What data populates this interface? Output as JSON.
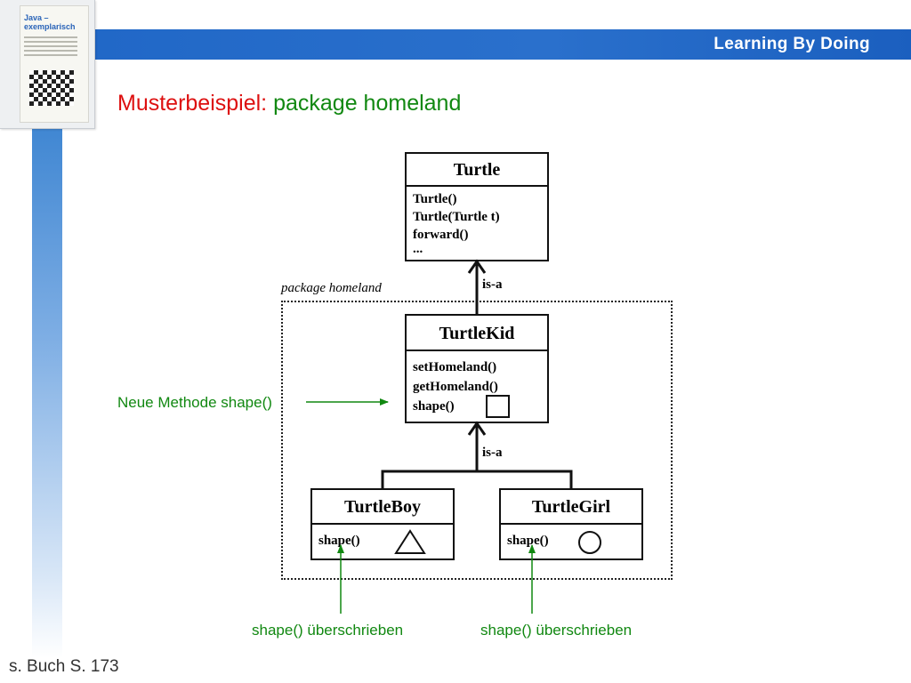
{
  "header": {
    "banner": "Learning By Doing"
  },
  "book_cover": {
    "title": "Java – exemplarisch"
  },
  "slide": {
    "title_prefix": "Musterbeispiel:",
    "title_main": "package homeland"
  },
  "diagram": {
    "package_label": "package homeland",
    "classes": {
      "turtle": {
        "name": "Turtle",
        "methods": [
          "Turtle()",
          "Turtle(Turtle t)",
          "forward()",
          "..."
        ]
      },
      "turtle_kid": {
        "name": "TurtleKid",
        "methods": [
          "setHomeland()",
          "getHomeland()",
          "shape()"
        ],
        "shape_icon": "square-shape-icon"
      },
      "turtle_boy": {
        "name": "TurtleBoy",
        "methods": [
          "shape()"
        ],
        "shape_icon": "triangle-shape-icon"
      },
      "turtle_girl": {
        "name": "TurtleGirl",
        "methods": [
          "shape()"
        ],
        "shape_icon": "circle-shape-icon"
      }
    },
    "relations": [
      {
        "from": "TurtleKid",
        "to": "Turtle",
        "label": "is-a"
      },
      {
        "from": "TurtleBoy",
        "to": "TurtleKid",
        "label": "is-a"
      },
      {
        "from": "TurtleGirl",
        "to": "TurtleKid",
        "label": "is-a"
      }
    ]
  },
  "annotations": {
    "new_method": "Neue Methode shape()",
    "boy_override": "shape() überschrieben",
    "girl_override": "shape() überschrieben"
  },
  "footer": {
    "reference": "s. Buch S. 173"
  },
  "colors": {
    "header_blue": "#1f66c6",
    "title_red": "#dd1010",
    "accent_green": "#118811"
  }
}
